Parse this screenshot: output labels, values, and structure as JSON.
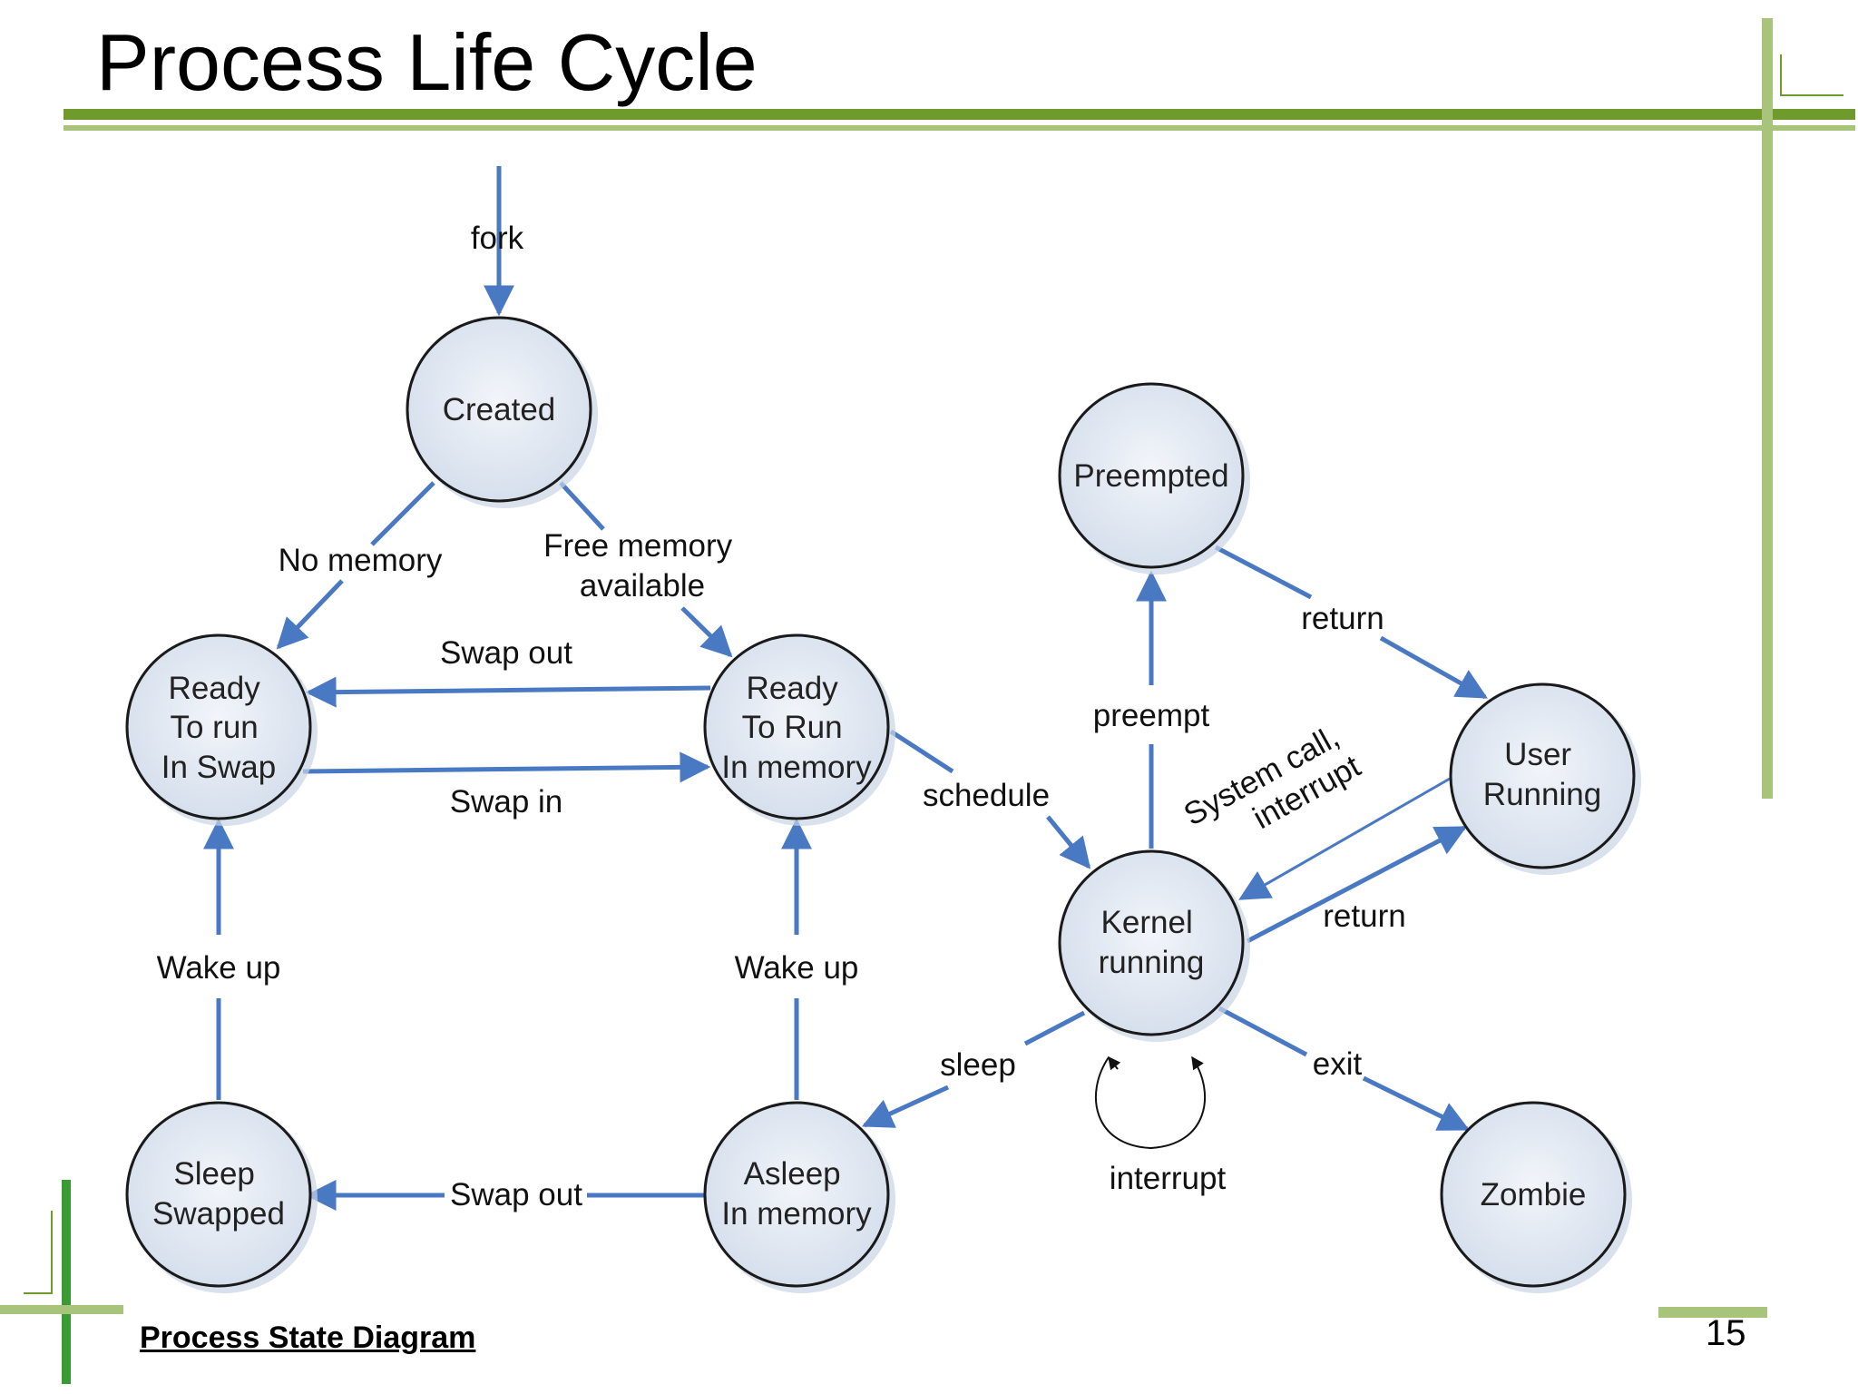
{
  "slide": {
    "title": "Process Life Cycle",
    "caption": "Process State Diagram",
    "page_number": "15"
  },
  "colors": {
    "accent_green": "#6f9a2c",
    "light_green": "#a8c47a",
    "dark_green": "#3a9a33",
    "arrow_blue": "#4a79c3",
    "node_fill": "#dde5f1",
    "node_stroke": "#1a1a1a"
  },
  "states": {
    "created": [
      "Created"
    ],
    "preempted": [
      "Preempted"
    ],
    "ready_swap": [
      "Ready",
      "To run",
      "In Swap"
    ],
    "ready_memory": [
      "Ready",
      "To Run",
      "In memory"
    ],
    "user_running": [
      "User",
      "Running"
    ],
    "kernel_running": [
      "Kernel",
      "running"
    ],
    "sleep_swapped": [
      "Sleep",
      "Swapped"
    ],
    "asleep_memory": [
      "Asleep",
      "In memory"
    ],
    "zombie": [
      "Zombie"
    ]
  },
  "transitions": {
    "fork": "fork",
    "no_memory": "No memory",
    "free_memory": [
      "Free memory",
      "available"
    ],
    "swap_out_top": "Swap out",
    "swap_in": "Swap in",
    "schedule": "schedule",
    "preempt": "preempt",
    "return_top": "return",
    "system_call": [
      "System call,",
      "interrupt"
    ],
    "return_bottom": "return",
    "wake_up_left": "Wake up",
    "wake_up_mid": "Wake up",
    "sleep": "sleep",
    "exit": "exit",
    "interrupt": "interrupt",
    "swap_out_bottom": "Swap out"
  }
}
